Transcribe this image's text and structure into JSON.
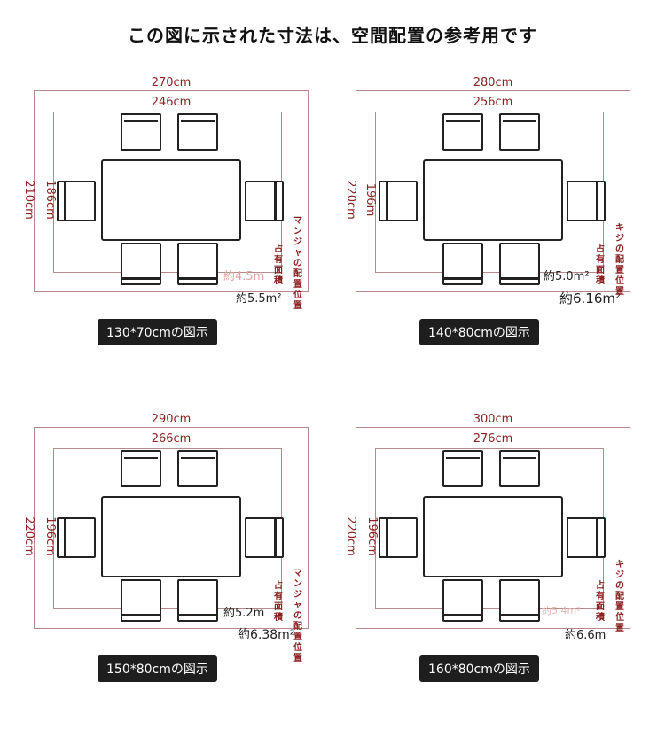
{
  "title": "この図に示された寸法は、空間配置の参考用です",
  "panels": [
    {
      "outer_width": "270cm",
      "inner_width": "246cm",
      "outer_height": "210cm",
      "inner_height": "186cm",
      "area_inner": "約4.5m",
      "area_inner_color": "#e6a3a3",
      "area_outer": "約5.5m²",
      "label_area": "占有面積",
      "label_place": "マンジャの配置位置",
      "caption": "130*70cmの図示"
    },
    {
      "outer_width": "280cm",
      "inner_width": "256cm",
      "outer_height": "220cm",
      "inner_height": "196m",
      "area_inner": "約5.0m²",
      "area_inner_color": "#222222",
      "area_outer": "約6.16m²",
      "label_area": "占有面積",
      "label_place": "キジの配置位置",
      "caption": "140*80cmの図示"
    },
    {
      "outer_width": "290cm",
      "inner_width": "266cm",
      "outer_height": "220cm",
      "inner_height": "196cm",
      "area_inner": "約5.2m",
      "area_inner_color": "#222222",
      "area_outer": "約6.38m²",
      "label_area": "占有面積",
      "label_place": "マンジャの配置位置",
      "caption": "150*80cmの図示"
    },
    {
      "outer_width": "300cm",
      "inner_width": "276cm",
      "outer_height": "220cm",
      "inner_height": "196cm",
      "area_inner": "約5.4m²",
      "area_inner_color": "#e6b8b8",
      "area_outer": "約6.6m",
      "label_area": "占有面積",
      "label_place": "キジの配置位置",
      "caption": "160*80cmの図示"
    }
  ]
}
